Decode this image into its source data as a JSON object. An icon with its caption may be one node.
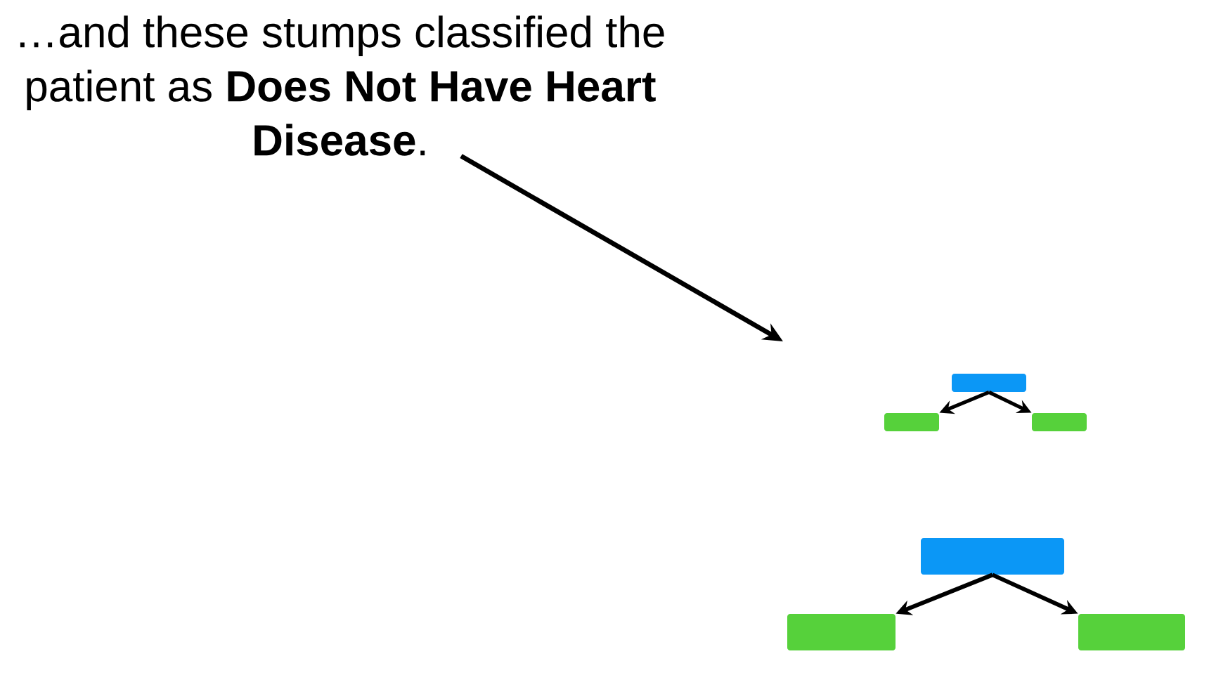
{
  "diagram": {
    "nodes": [
      {
        "text": [
          "…and these stumps classified the patient as **Does Not Have Heart Disease**."
        ]
      },
      {
        "text": [],
        "shape": "box"
      },
      {
        "text": [],
        "shape": "box"
      },
      {
        "text": [],
        "shape": "box"
      },
      {
        "text": [],
        "shape": "box"
      },
      {
        "text": [],
        "shape": "box"
      },
      {
        "text": [],
        "shape": "box"
      }
    ],
    "edges": [
      {
        "from": 0,
        "to": null,
        "arrow": "to"
      },
      {
        "from": 1,
        "to": 2,
        "arrow": "to"
      },
      {
        "from": 1,
        "to": 3,
        "arrow": "to"
      },
      {
        "from": 4,
        "to": 5,
        "arrow": "to"
      },
      {
        "from": 4,
        "to": 6,
        "arrow": "to"
      }
    ]
  }
}
